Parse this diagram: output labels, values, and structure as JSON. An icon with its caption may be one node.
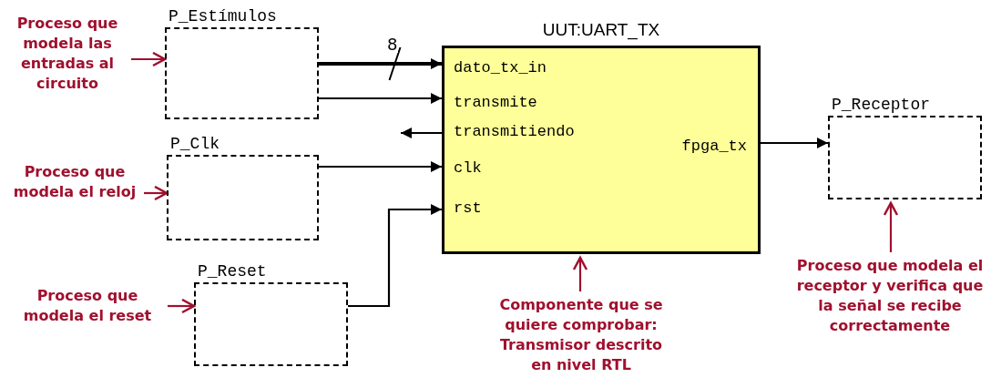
{
  "diagram": {
    "nodes": [
      {
        "text": [
          "P_Estímulos"
        ]
      },
      {
        "text": [
          "P_Clk"
        ]
      },
      {
        "text": [
          "P_Reset"
        ]
      },
      {
        "text": [
          "UUT:UART_TX",
          "dato_tx_in",
          "transmite",
          "transmitiendo",
          "clk",
          "rst",
          "fpga_tx"
        ]
      },
      {
        "text": [
          "P_Receptor"
        ]
      },
      {
        "text": [
          "Proceso que modela las entradas al circuito"
        ]
      },
      {
        "text": [
          "Proceso que modela el reloj"
        ]
      },
      {
        "text": [
          "Proceso que modela el reset"
        ]
      },
      {
        "text": [
          "Componente que se quiere comprobar: Transmisor descrito en nivel RTL"
        ]
      },
      {
        "text": [
          "Proceso que modela el receptor y verifica que la señal se recibe correctamente"
        ]
      }
    ],
    "edges": [
      {
        "from": 0,
        "to": 3,
        "arrow": "to",
        "label": "8",
        "style": "thick"
      },
      {
        "from": 0,
        "to": 3,
        "arrow": "to"
      },
      {
        "from": 3,
        "to": null,
        "arrow": "to"
      },
      {
        "from": 1,
        "to": 3,
        "arrow": "to"
      },
      {
        "from": 2,
        "to": 3,
        "arrow": "to"
      },
      {
        "from": 3,
        "to": 4,
        "arrow": "to"
      },
      {
        "from": 5,
        "to": 0,
        "arrow": "to",
        "color": "#a0102e"
      },
      {
        "from": 6,
        "to": 1,
        "arrow": "to",
        "color": "#a0102e"
      },
      {
        "from": 7,
        "to": 2,
        "arrow": "to",
        "color": "#a0102e"
      },
      {
        "from": 8,
        "to": 3,
        "arrow": "to",
        "color": "#a0102e"
      },
      {
        "from": 9,
        "to": 4,
        "arrow": "to",
        "color": "#a0102e"
      }
    ]
  }
}
